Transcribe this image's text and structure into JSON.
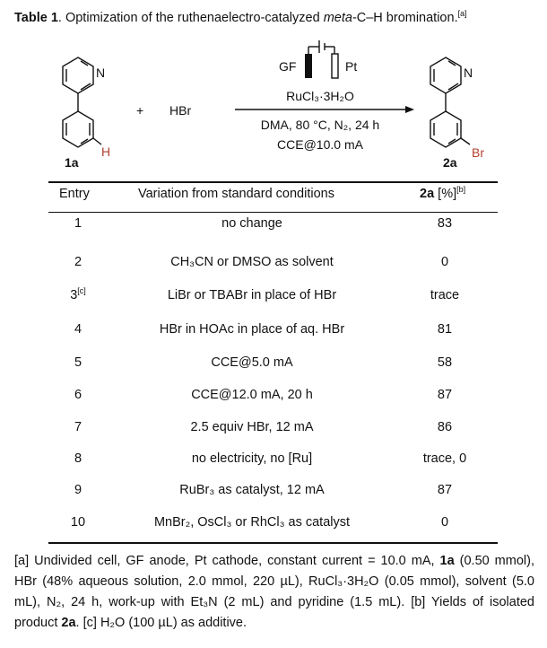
{
  "title": {
    "label": "Table 1",
    "text_before": ". Optimization of the ruthenaelectro-catalyzed ",
    "italic": "meta",
    "text_after": "-C–H bromination.",
    "footnote_mark": "[a]"
  },
  "scheme": {
    "left_label": "1a",
    "right_label": "2a",
    "plus": "+",
    "reagent": "HBr",
    "anode": "GF",
    "cathode": "Pt",
    "catalyst": "RuCl₃·3H₂O",
    "conditions": "DMA, 80 °C, N₂, 24 h",
    "current": "CCE@10.0 mA",
    "atom_N": "N",
    "atom_H": "H",
    "atom_Br": "Br"
  },
  "table": {
    "headers": {
      "entry": "Entry",
      "variation": "Variation from standard conditions",
      "yield_bold": "2a",
      "yield_rest": " [%]",
      "yield_mark": "[b]"
    },
    "rows": [
      {
        "entry": "1",
        "mark": "",
        "variation": "no change",
        "yield": "83"
      },
      {
        "entry": "2",
        "mark": "",
        "variation": "CH₃CN or DMSO as solvent",
        "yield": "0"
      },
      {
        "entry": "3",
        "mark": "[c]",
        "variation": "LiBr or TBABr in place of HBr",
        "yield": "trace"
      },
      {
        "entry": "4",
        "mark": "",
        "variation": "HBr in HOAc in place of aq. HBr",
        "yield": "81"
      },
      {
        "entry": "5",
        "mark": "",
        "variation": "CCE@5.0 mA",
        "yield": "58"
      },
      {
        "entry": "6",
        "mark": "",
        "variation": "CCE@12.0 mA, 20 h",
        "yield": "87"
      },
      {
        "entry": "7",
        "mark": "",
        "variation": "2.5 equiv HBr, 12 mA",
        "yield": "86"
      },
      {
        "entry": "8",
        "mark": "",
        "variation": "no electricity, no [Ru]",
        "yield": "trace, 0"
      },
      {
        "entry": "9",
        "mark": "",
        "variation": "RuBr₃ as catalyst, 12 mA",
        "yield": "87"
      },
      {
        "entry": "10",
        "mark": "",
        "variation": "MnBr₂, OsCl₃ or RhCl₃ as catalyst",
        "yield": "0"
      }
    ]
  },
  "notes": {
    "a1": "[a] Undivided cell, GF anode, Pt cathode, constant current = 10.0 mA, ",
    "a_bold": "1a",
    "a2": " (0.50 mmol), HBr (48% aqueous solution, 2.0 mmol, 220 µL), RuCl₃·3H₂O (0.05 mmol), solvent (5.0 mL), N₂, 24 h, work-up with Et₃N (2 mL) and pyridine (1.5 mL). [b] Yields of isolated product ",
    "b_bold": "2a",
    "b2": ". [c] H₂O (100 µL) as additive."
  }
}
